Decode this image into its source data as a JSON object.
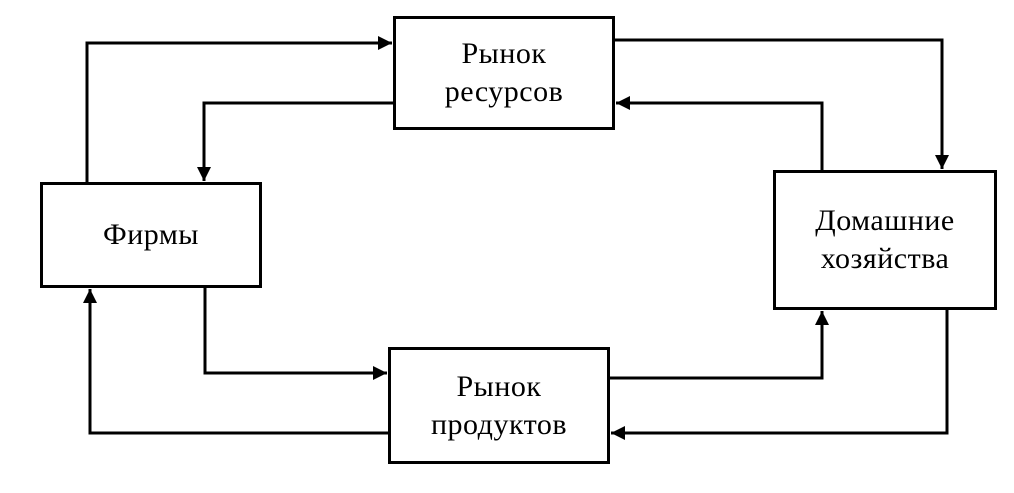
{
  "diagram": {
    "nodes": {
      "firms": {
        "label": "Фирмы"
      },
      "resource_market": {
        "line1": "Рынок",
        "line2": "ресурсов"
      },
      "households": {
        "line1": "Домашние",
        "line2": "хозяйства"
      },
      "product_market": {
        "line1": "Рынок",
        "line2": "продуктов"
      }
    },
    "edges": [
      {
        "from": "firms",
        "to": "resource_market"
      },
      {
        "from": "resource_market",
        "to": "firms"
      },
      {
        "from": "resource_market",
        "to": "households"
      },
      {
        "from": "households",
        "to": "resource_market"
      },
      {
        "from": "firms",
        "to": "product_market"
      },
      {
        "from": "product_market",
        "to": "firms"
      },
      {
        "from": "product_market",
        "to": "households"
      },
      {
        "from": "households",
        "to": "product_market"
      }
    ],
    "colors": {
      "stroke": "#000000",
      "background": "#ffffff"
    }
  }
}
